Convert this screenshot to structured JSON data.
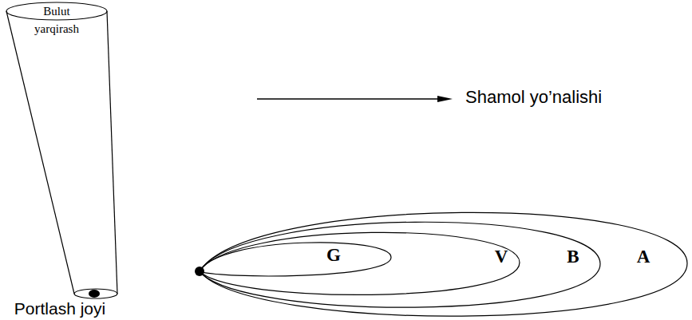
{
  "diagram": {
    "nodes": [
      {
        "text": [
          "Bulut yarqirash"
        ]
      },
      {
        "text": [
          "A"
        ]
      },
      {
        "text": [
          "B"
        ],
        "in": 1
      },
      {
        "text": [
          "V"
        ],
        "in": 2
      },
      {
        "text": [
          "G"
        ],
        "in": 3
      }
    ],
    "labels": [
      "Shamol yo’nalishi",
      "Portlash joyi"
    ]
  }
}
